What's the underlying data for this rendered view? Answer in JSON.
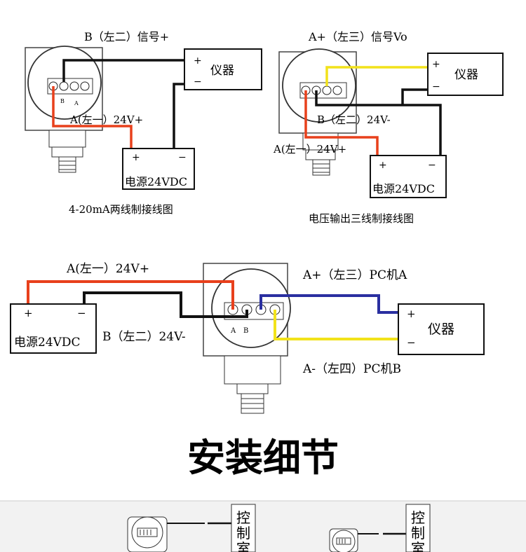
{
  "diagram1": {
    "b_label": "B（左二）信号+",
    "a_label": "A(左一）24V+",
    "instrument": "仪器",
    "power": "电源24VDC",
    "plus": "+",
    "minus": "−",
    "caption": "4-20mA两线制接线图",
    "term_b": "B",
    "term_a": "A"
  },
  "diagram2": {
    "a_plus_label": "A+（左三）信号Vo",
    "b_label": "B（左二）24V-",
    "a_label": "A(左一）24V+",
    "instrument": "仪器",
    "power": "电源24VDC",
    "plus": "+",
    "minus": "−",
    "caption": "电压输出三线制接线图"
  },
  "diagram3": {
    "a_label": "A(左一）24V+",
    "b_label": "B（左二）24V-",
    "a_plus_label": "A+（左三）PC机A",
    "a_minus_label": "A-（左四）PC机B",
    "power": "电源24VDC",
    "instrument": "仪器",
    "plus": "+",
    "minus": "−",
    "term_a": "A",
    "term_b": "B"
  },
  "section_title": "安装细节",
  "control_room": "控制室",
  "colors": {
    "red": "#e8401c",
    "black": "#111111",
    "yellow": "#f2e21a",
    "blue": "#2a2fa0",
    "gray_band": "#f2f2f2"
  }
}
